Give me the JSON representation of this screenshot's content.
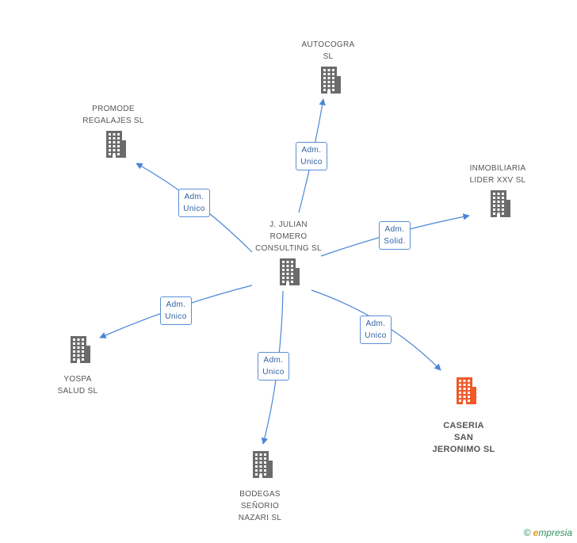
{
  "colors": {
    "node_default": "#6b6b6b",
    "node_highlight": "#f05a2a",
    "edge": "#4a86d6",
    "edge_label_text": "#2f5f9e",
    "footer_brand": "#2f8f5f",
    "footer_brand_e": "#e39b2b"
  },
  "nodes": [
    {
      "id": "center",
      "label": "J. JULIAN\nROMERO\nCONSULTING SL",
      "icon": "building-icon",
      "highlight": false
    },
    {
      "id": "autocogra",
      "label": "AUTOCOGRA\nSL",
      "icon": "building-icon",
      "highlight": false
    },
    {
      "id": "promode",
      "label": "PROMODE\nREGALAJES  SL",
      "icon": "building-icon",
      "highlight": false
    },
    {
      "id": "inmobiliaria",
      "label": "INMOBILIARIA\nLIDER XXV SL",
      "icon": "building-icon",
      "highlight": false
    },
    {
      "id": "yospa",
      "label": "YOSPA\nSALUD SL",
      "icon": "building-icon",
      "highlight": false
    },
    {
      "id": "bodegas",
      "label": "BODEGAS\nSEÑORIO\nNAZARI SL",
      "icon": "building-icon",
      "highlight": false
    },
    {
      "id": "caseria",
      "label": "CASERIA\nSAN\nJERONIMO SL",
      "icon": "building-icon",
      "highlight": true
    }
  ],
  "edges": [
    {
      "from": "center",
      "to": "autocogra",
      "label": "Adm.\nUnico"
    },
    {
      "from": "center",
      "to": "promode",
      "label": "Adm.\nUnico"
    },
    {
      "from": "center",
      "to": "inmobiliaria",
      "label": "Adm.\nSolid."
    },
    {
      "from": "center",
      "to": "yospa",
      "label": "Adm.\nUnico"
    },
    {
      "from": "center",
      "to": "bodegas",
      "label": "Adm.\nUnico"
    },
    {
      "from": "center",
      "to": "caseria",
      "label": "Adm.\nUnico"
    }
  ],
  "footer": {
    "copyright_symbol": "©",
    "brand_first_letter": "e",
    "brand_rest": "mpresia"
  }
}
